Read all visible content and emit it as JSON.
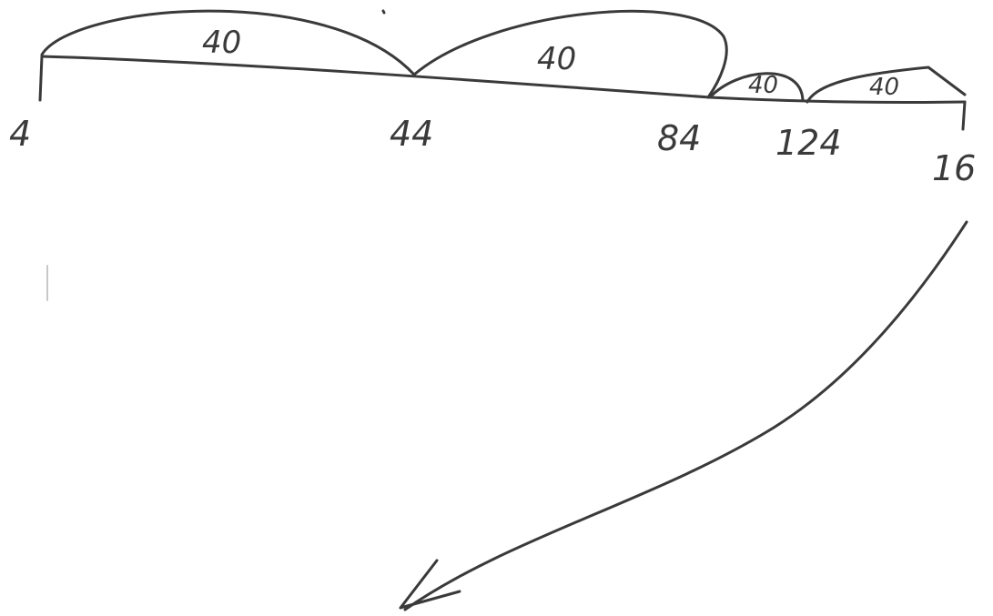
{
  "number_line": {
    "ticks": [
      "4",
      "44",
      "84",
      "124",
      "16"
    ],
    "jumps": [
      {
        "from": "4",
        "to": "44",
        "label": "40"
      },
      {
        "from": "44",
        "to": "84",
        "label": "40"
      },
      {
        "from": "84",
        "to": "124",
        "label": "40"
      },
      {
        "from": "124",
        "to": "16",
        "label": "40"
      }
    ]
  },
  "colors": {
    "ink": "#3a3a3a",
    "paper": "#ffffff"
  }
}
